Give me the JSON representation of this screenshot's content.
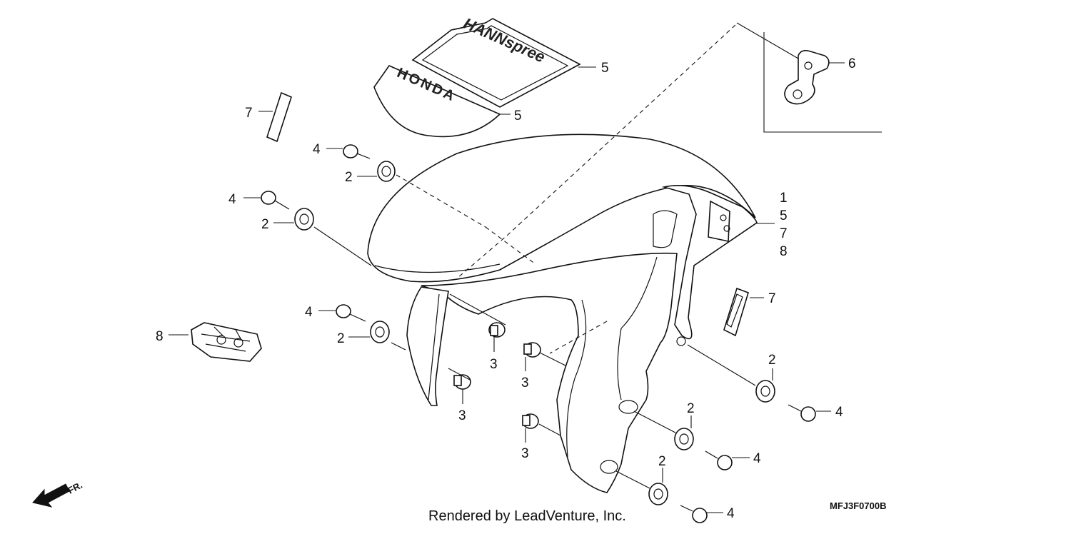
{
  "callouts": {
    "c5a": "5",
    "c5b": "5",
    "c6": "6",
    "c7a": "7",
    "c4a": "4",
    "c2a": "2",
    "c4b": "4",
    "c2b": "2",
    "c1": "1",
    "c5c": "5",
    "c7c": "7",
    "c8c": "8",
    "c7b": "7",
    "c4c": "4",
    "c2c": "2",
    "c8": "8",
    "c3a": "3",
    "c3b": "3",
    "c3c": "3",
    "c3d": "3",
    "c2d": "2",
    "c4d": "4",
    "c2e": "2",
    "c4e": "4",
    "c2f": "2",
    "c4f": "4"
  },
  "direction_label": "FR.",
  "diagram_code": "MFJ3F0700B",
  "credit": "Rendered by LeadVenture, Inc.",
  "decal_texts": {
    "upper": "HANNspree",
    "lower": "HONDA"
  }
}
